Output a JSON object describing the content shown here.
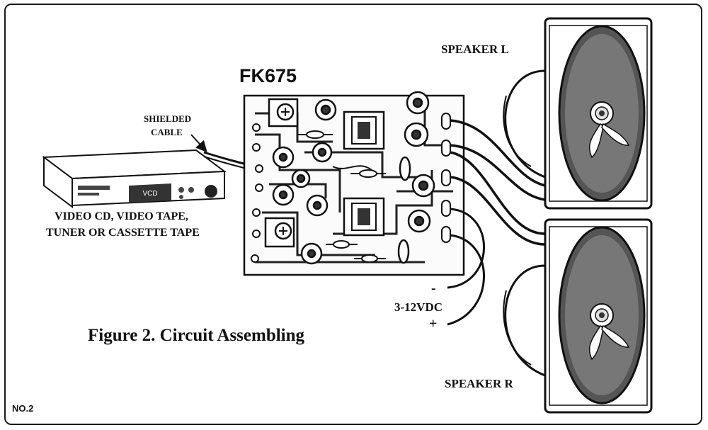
{
  "board": {
    "title": "FK675"
  },
  "cable": {
    "line1": "SHIELDED",
    "line2": "CABLE"
  },
  "source": {
    "line1": "VIDEO CD, VIDEO TAPE,",
    "line2": "TUNER OR CASSETTE TAPE",
    "display_text": "VCD"
  },
  "speakers": {
    "left": "SPEAKER L",
    "right": "SPEAKER R"
  },
  "power": {
    "minus": "-",
    "voltage": "3-12VDC",
    "plus": "+"
  },
  "caption": "Figure 2. Circuit Assembling",
  "sheet_number": "NO.2"
}
